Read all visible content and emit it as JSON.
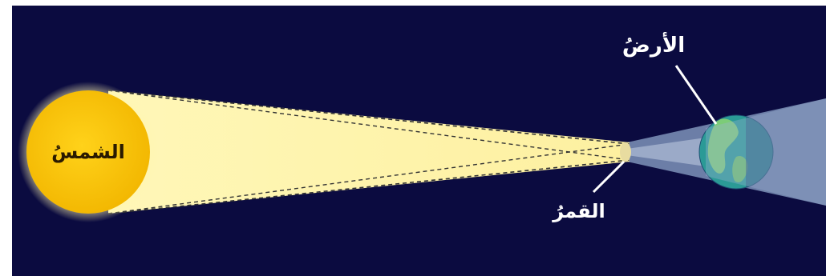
{
  "labels": {
    "sun": "الشمسُ",
    "earth": "الأرضُ",
    "moon": "القمرُ"
  },
  "colors": {
    "space": "#0b0b3f",
    "sun": "#f6c50e",
    "sun_glow": "#fff4a0",
    "light_cone": "#fbf3a0",
    "shadow": "#8fa6c8",
    "earth_ocean": "#2fa6a0",
    "earth_land": "#7bd07a",
    "label_text": "#ffffff",
    "sun_label_text": "#2a1a00"
  }
}
